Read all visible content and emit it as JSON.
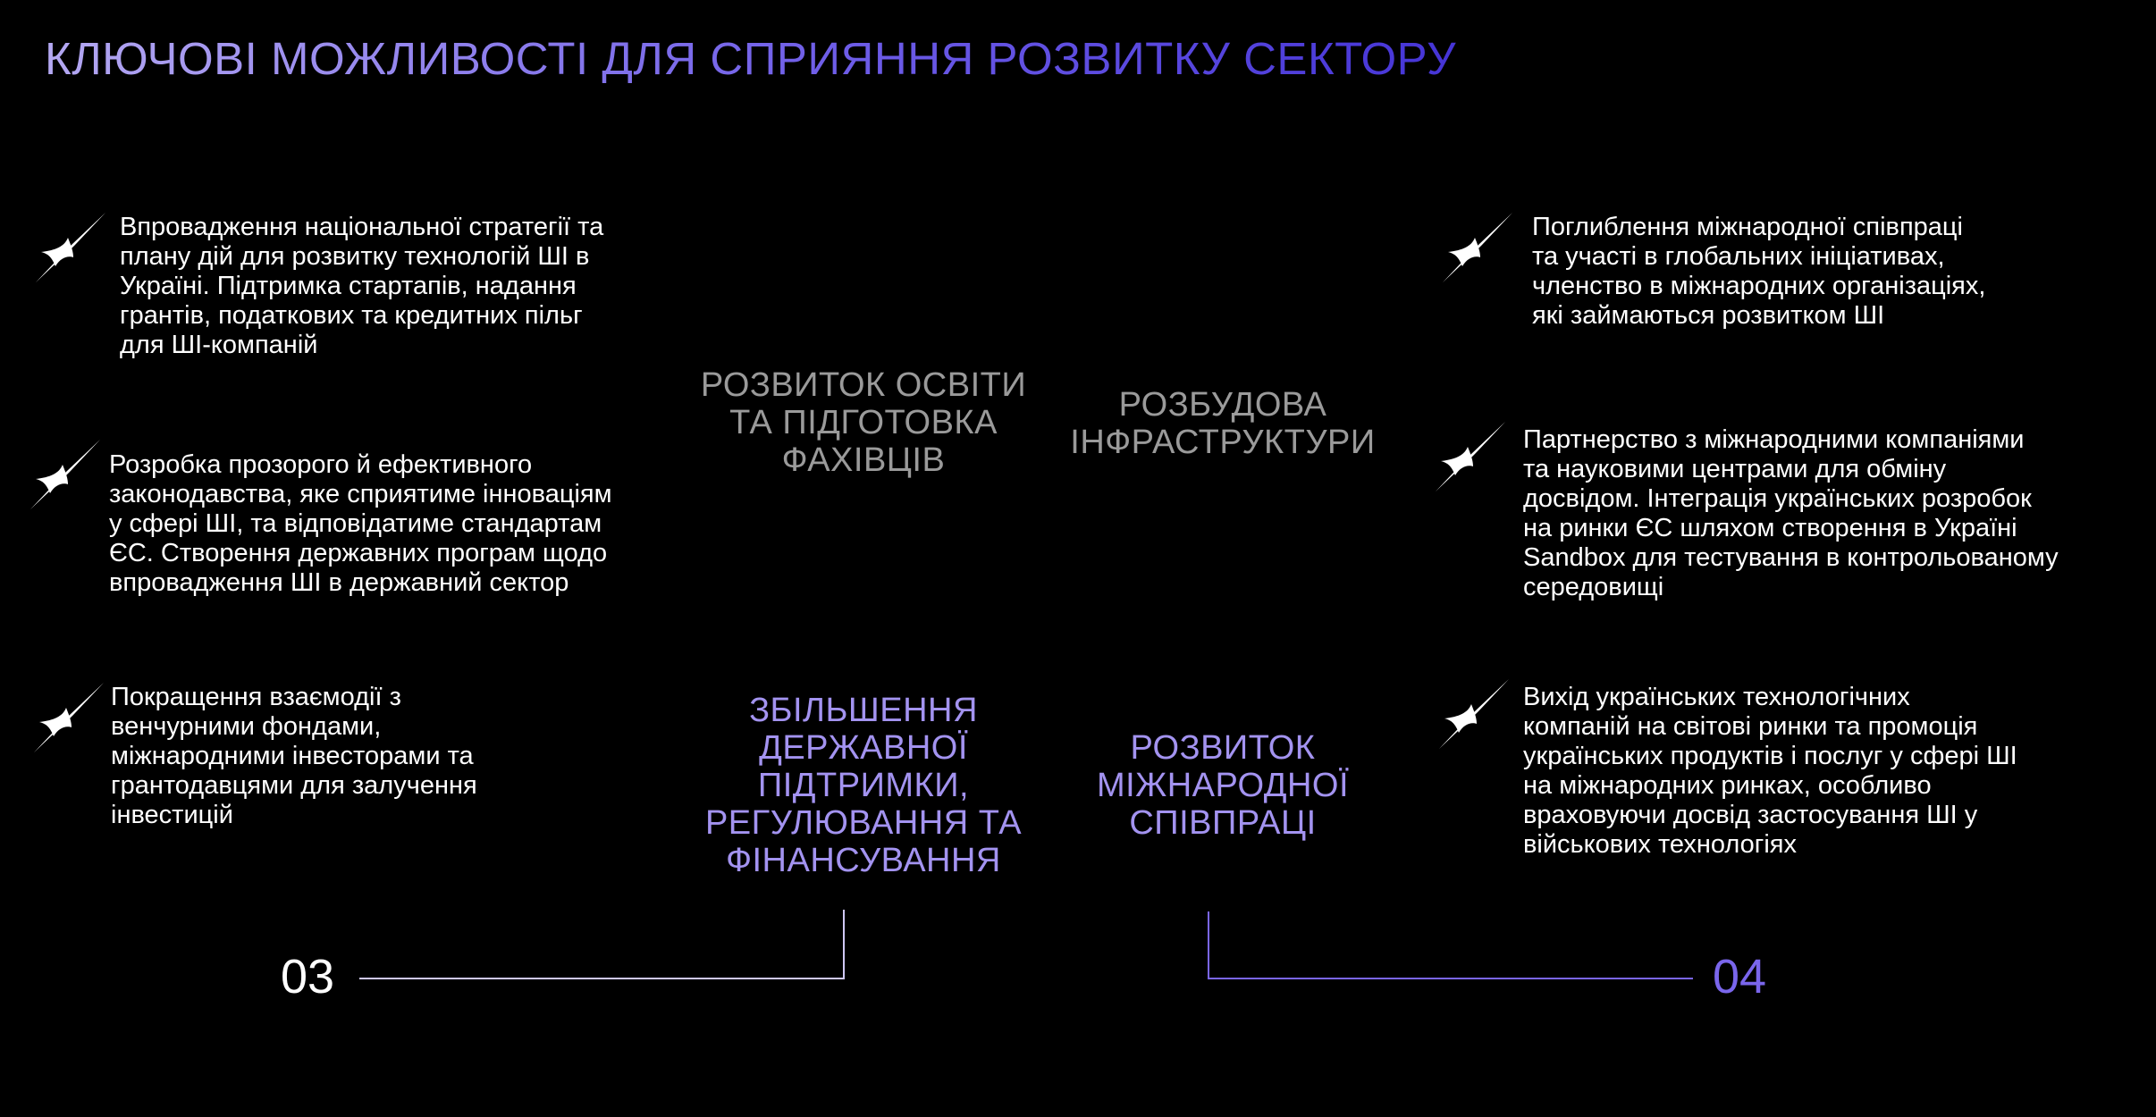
{
  "header": {
    "title": "КЛЮЧОВІ МОЖЛИВОСТІ ДЛЯ СПРИЯННЯ РОЗВИТКУ СЕКТОРУ"
  },
  "left_column": [
    {
      "icon": "sparkle-star-icon",
      "text": "Впровадження національної стратегії та\nплану дій для розвитку технологій ШІ в\nУкраїні. Підтримка стартапів, надання\nгрантів, податкових та кредитних пільг\nдля ШІ-компаній"
    },
    {
      "icon": "sparkle-star-icon",
      "text": "Розробка прозорого й ефективного\nзаконодавства, яке сприятиме інноваціям\nу сфері ШІ, та відповідатиме стандартам\nЄС. Створення державних програм щодо\nвпровадження ШІ в державний сектор"
    },
    {
      "icon": "sparkle-star-icon",
      "text": "Покращення взаємодії  з\nвенчурними фондами,\nміжнародними інвесторами та\nгрантодавцями для залучення\nінвестицій"
    }
  ],
  "right_column": [
    {
      "icon": "sparkle-star-icon",
      "text": "Поглиблення міжнародної співпраці\nта участі в глобальних ініціативах,\nчленство в міжнародних організаціях,\nякі займаються розвитком ШІ"
    },
    {
      "icon": "sparkle-star-icon",
      "text": "Партнерство з міжнародними компаніями\nта науковими центрами для обміну\nдосвідом. Інтеграція українських розробок\nна ринки ЄС шляхом створення в Україні\nSandbox для тестування в контрольованому\nсередовищі"
    },
    {
      "icon": "sparkle-star-icon",
      "text": "Вихід українських технологічних\nкомпаній на світові ринки та промоція\nукраїнських продуктів і послуг у сфері ШІ\nна міжнародних ринках, особливо\nвраховуючи досвід застосування ШІ у\nвійськових технологіях"
    }
  ],
  "center": {
    "top_left": "РОЗВИТОК ОСВІТИ\nТА ПІДГОТОВКА\nФАХІВЦІВ",
    "top_right": "РОЗБУДОВА\nІНФРАСТРУКТУРИ",
    "bottom_left": "ЗБІЛЬШЕННЯ\nДЕРЖАВНОЇ\nПІДТРИМКИ,\nРЕГУЛЮВАННЯ ТА\nФІНАНСУВАННЯ",
    "bottom_right": "РОЗВИТОК\nМІЖНАРОДНОЇ\nСПІВПРАЦІ"
  },
  "numbers": {
    "left": "03",
    "right": "04"
  },
  "colors": {
    "background": "#000000",
    "accent_purple": "#a393f0",
    "accent_blue": "#7a66ec",
    "muted_gray": "#9a9a9a",
    "text_white": "#ffffff"
  }
}
